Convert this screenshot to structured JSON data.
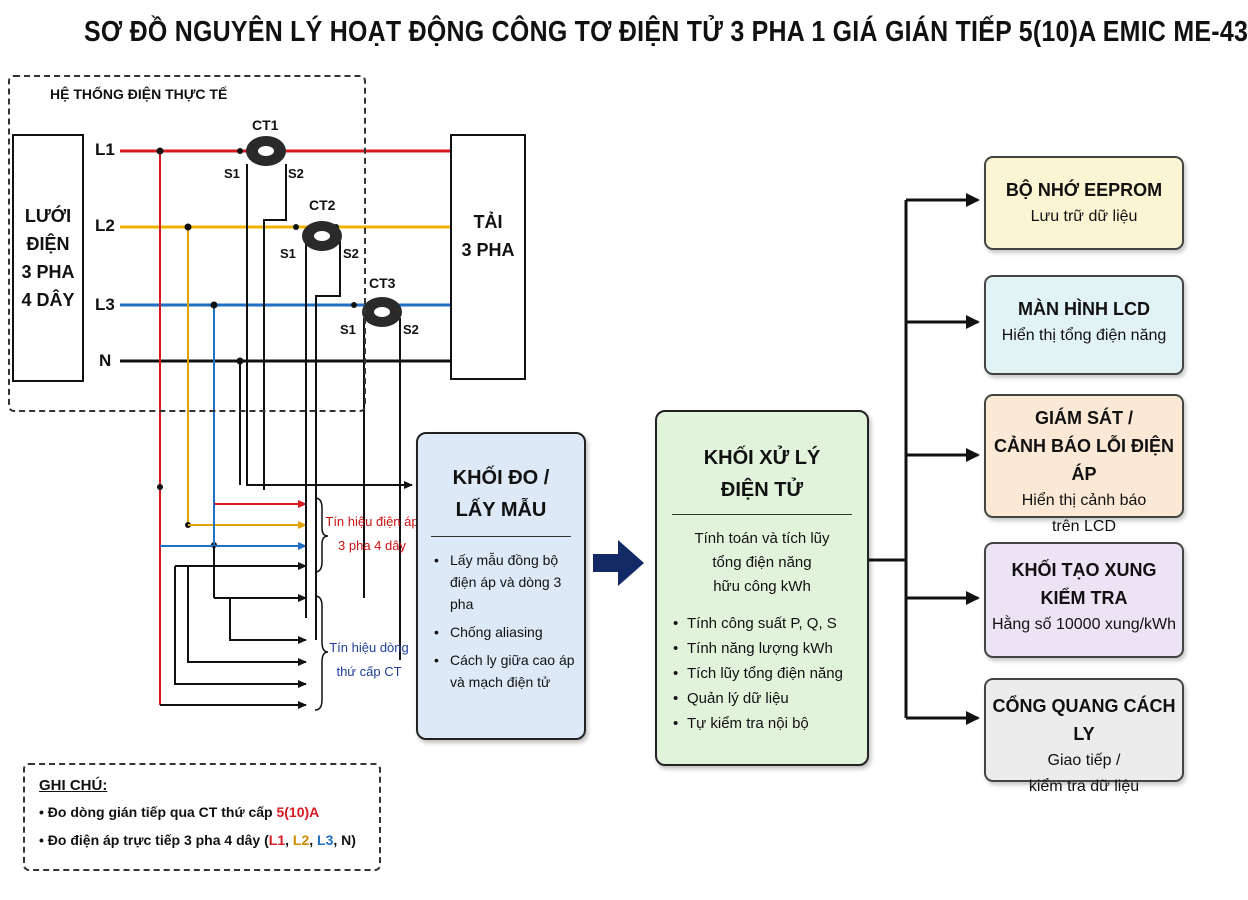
{
  "title": "SƠ ĐỒ NGUYÊN LÝ HOẠT ĐỘNG CÔNG TƠ ĐIỆN TỬ 3 PHA 1 GIÁ GIÁN TIẾP 5(10)A EMIC ME-43",
  "system": {
    "label": "HỆ THỐNG ĐIỆN THỰC TẾ",
    "source_lines": [
      "LƯỚI",
      "ĐIỆN",
      "3 PHA",
      "4 DÂY"
    ],
    "load_lines": [
      "TẢI",
      "3 PHA"
    ],
    "phases": [
      "L1",
      "L2",
      "L3",
      "N"
    ],
    "cts": [
      "CT1",
      "CT2",
      "CT3"
    ],
    "s1": "S1",
    "s2": "S2"
  },
  "signals": {
    "voltage_lines": [
      "Tín hiệu điện áp",
      "3 pha 4 dây"
    ],
    "current_lines": [
      "Tín hiệu dòng",
      "thứ cấp CT"
    ]
  },
  "measure": {
    "title_lines": [
      "KHỐI ĐO /",
      "LẤY MẪU"
    ],
    "items": [
      "Lấy mẫu đồng bộ điện áp và dòng 3 pha",
      "Chống aliasing",
      "Cách ly giữa cao áp và mạch điện tử"
    ]
  },
  "processor": {
    "title_lines": [
      "KHỐI XỬ LÝ",
      "ĐIỆN TỬ"
    ],
    "subtitle_lines": [
      "Tính toán và tích lũy",
      "tổng điện năng",
      "hữu công kWh"
    ],
    "items": [
      "Tính công suất P, Q, S",
      "Tính năng lượng kWh",
      "Tích lũy tổng điện năng",
      "Quản lý dữ liệu",
      "Tự kiểm tra nội bộ"
    ]
  },
  "outputs": [
    {
      "title": [
        "BỘ NHỚ EEPROM"
      ],
      "desc": [
        "Lưu trữ dữ liệu"
      ]
    },
    {
      "title": [
        "MÀN HÌNH LCD"
      ],
      "desc": [
        "Hiển thị tổng điện năng"
      ]
    },
    {
      "title": [
        "GIÁM SÁT /",
        "CẢNH BÁO LỖI ĐIỆN ÁP"
      ],
      "desc": [
        "Hiển thị cảnh báo",
        "trên LCD"
      ]
    },
    {
      "title": [
        "KHỐI TẠO XUNG",
        "KIỂM TRA"
      ],
      "desc": [
        "Hằng số 10000 xung/kWh"
      ]
    },
    {
      "title": [
        "CỔNG QUANG CÁCH LY"
      ],
      "desc": [
        "Giao tiếp /",
        "kiểm tra dữ liệu"
      ]
    }
  ],
  "note": {
    "title": "GHI CHÚ:",
    "line1_text": "Đo dòng gián tiếp qua CT thứ cấp ",
    "line1_value": "5(10)A",
    "line2_text": "Đo điện áp trực tiếp 3 pha 4 dây  (",
    "sep": ", ",
    "close": ")"
  },
  "colors": {
    "L1": "#d71921",
    "L2": "#f0b400",
    "L3": "#1f6fc4",
    "N": "#111111",
    "arrow_big": "#142a66",
    "note_L2": "#d08a00"
  }
}
